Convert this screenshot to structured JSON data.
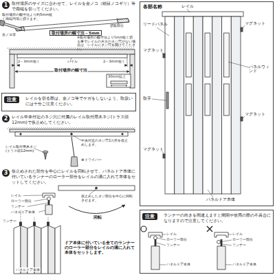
{
  "diagram": {
    "nodes": [
      {
        "text": [
          "注意",
          "レイルを切る際は、金ノコ等でケガをしないよう、取扱いには十分ご注意ください。"
        ]
      },
      {
        "text": [
          "各部名称"
        ]
      },
      {
        "text": [
          "注意",
          "ランナーの向きを間違えますと開閉や使用の際の不具合になりますので注意してください。"
        ]
      }
    ],
    "labels": [
      "1",
      "取付場所のサイズに合わせて、レイルを金ノコ（細目ノコギリ）等で両端を切ってください。",
      "金ノコ等",
      "切取部分",
      "取付場所の幅寸法より約5mm短く両端均等に切ります。",
      "取付場所の幅寸法－5mm",
      "※取付場所の幅寸法より5mm短く切る事でレイルの片方のネジ穴がない場合は、レイルにネジ穴を開けてください。",
      "2～3mm短く",
      "取付場所の幅寸法",
      "2～3mm短く",
      "レイル",
      "30mm以上",
      "2",
      "レイル中央付近のネジ穴に付属のレイル取付用木ネジ(トラス頭12mm)で仮止めしてください。",
      "中央付近のネジ穴1カ所を仮止めします。",
      "レイル取付用木ネジ (トラス頭12mm)",
      "⊕ドライバー",
      "3",
      "仮止めされた部分を中心にレイルを回転させて、パネルドア本体に付いているランナーのローラー部分をレイルの溝に入れて本体をセットしてください。",
      "レイル",
      "ローラー部分",
      "ランナー",
      "パネルドア本体",
      "仮止めしたネジ部分を中心に回転させます。",
      "回転",
      "ランナー",
      "パネルドア本体",
      "ドア本体に付いている全てのランナーのローラー部分をレイルの溝に入れて本体をセットします。",
      "レイル",
      "リードパネル",
      "マグネット",
      "マグネット",
      "パネルウィンド",
      "取手",
      "マグネット",
      "マグネット",
      "パネルドア本体",
      "レイル",
      "ローラー部分",
      "ランナー",
      "パネルドア本体",
      "レイル",
      "ローラー部分",
      "ランナー",
      "パネルドア本体"
    ]
  }
}
